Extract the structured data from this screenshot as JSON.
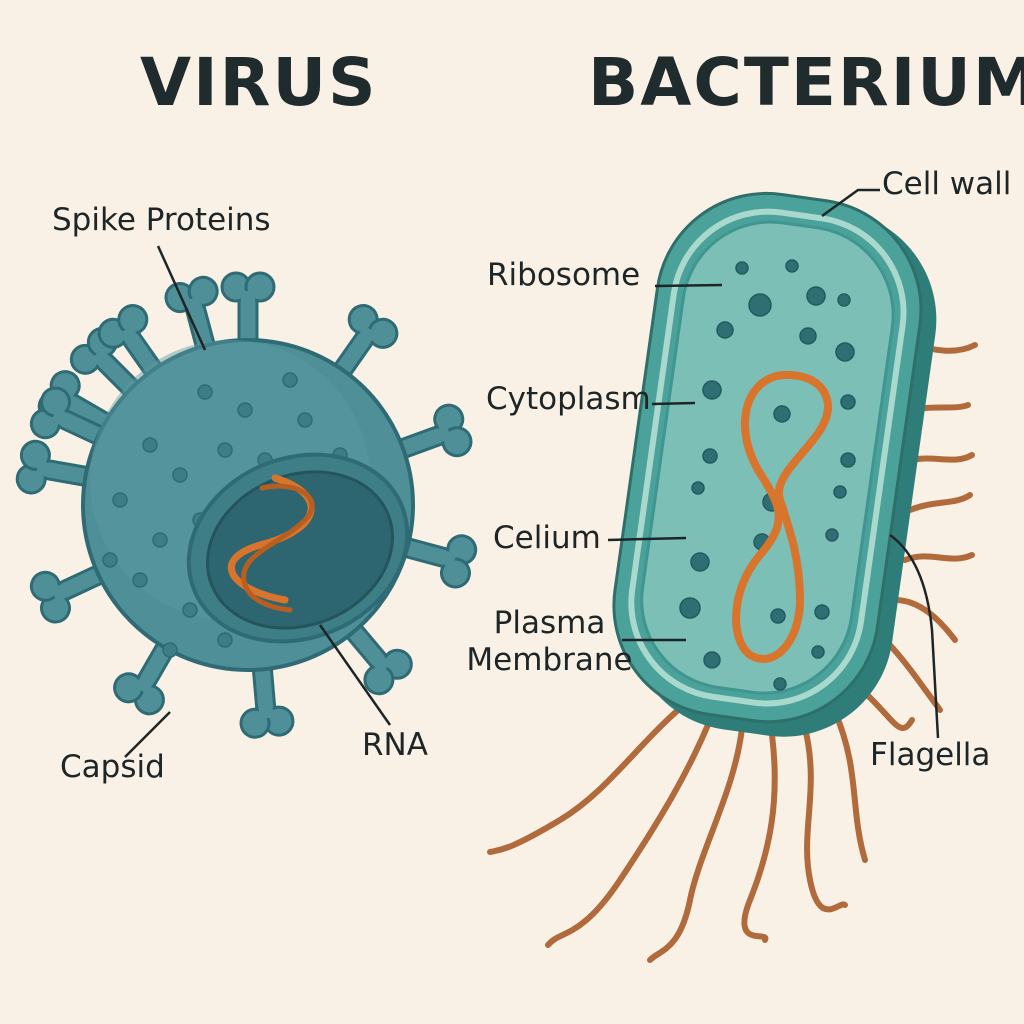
{
  "colors": {
    "background": "#f9f1e6",
    "virus_body": "#4f8f98",
    "virus_dark": "#2f6b74",
    "bacterium_cytoplasm": "#7bbfb6",
    "bacterium_wall": "#3f9690",
    "genetic_material": "#d8742c",
    "flagella": "#b06a3b"
  },
  "virus": {
    "title": "VIRUS",
    "labels": {
      "spike_proteins": "Spike Proteins",
      "capsid": "Capsid",
      "rna": "RNA"
    }
  },
  "bacterium": {
    "title": "BACTERIUM",
    "labels": {
      "cell_wall": "Cell wall",
      "ribosome": "Ribosome",
      "cytoplasm": "Cytoplasm",
      "celium": "Celium",
      "plasma_membrane": "Plasma Membrane",
      "flagella": "Flagella"
    }
  }
}
